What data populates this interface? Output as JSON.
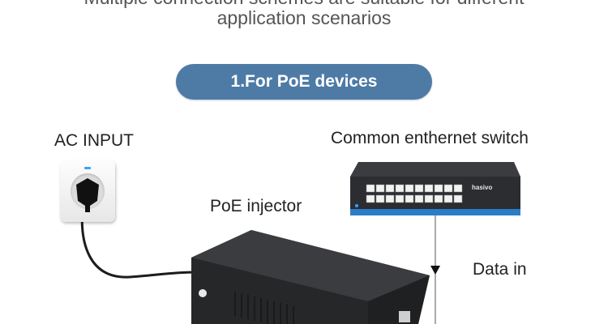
{
  "header": {
    "line_cut": "Multiple connection schemes are suitable for different",
    "line_main": "application scenarios"
  },
  "section_button": {
    "label": "1.For  PoE devices"
  },
  "labels": {
    "ac_input": "AC INPUT",
    "switch": "Common enthernet switch",
    "injector": "PoE injector",
    "data_in": "Data in"
  },
  "switch_device": {
    "brand": "hasivo"
  },
  "colors": {
    "pill": "#4d7ba6",
    "switch_body": "#2b2d31",
    "switch_stripe": "#2a7ec8",
    "injector_body": "#2f3033",
    "led_blue": "#3aa0ff"
  }
}
